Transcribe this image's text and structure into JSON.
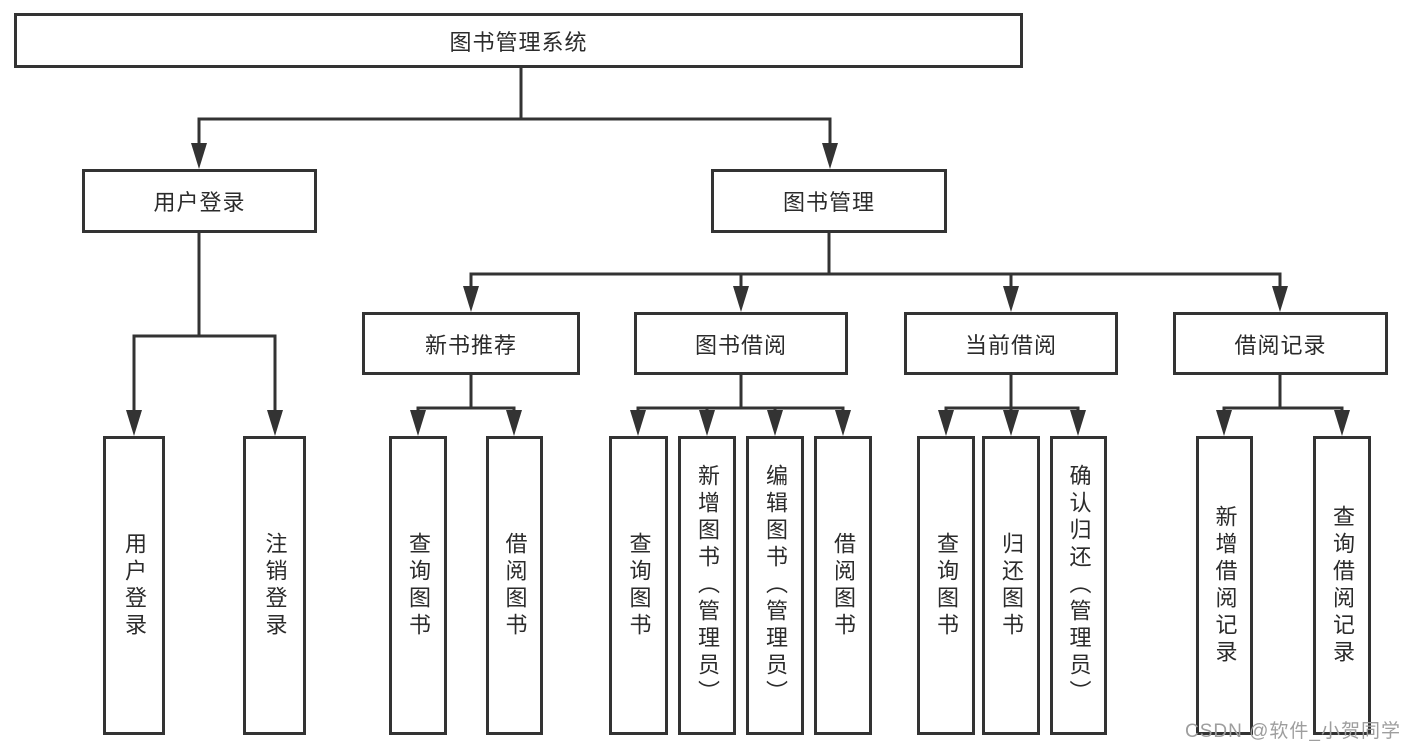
{
  "diagram": {
    "root": {
      "label": "图书管理系统"
    },
    "branches": [
      {
        "label": "用户登录",
        "children": [
          {
            "label": "用户登录"
          },
          {
            "label": "注销登录"
          }
        ]
      },
      {
        "label": "图书管理",
        "children": [
          {
            "label": "新书推荐",
            "children": [
              {
                "label": "查询图书"
              },
              {
                "label": "借阅图书"
              }
            ]
          },
          {
            "label": "图书借阅",
            "children": [
              {
                "label": "查询图书"
              },
              {
                "label": "新增图书（管理员）"
              },
              {
                "label": "编辑图书（管理员）"
              },
              {
                "label": "借阅图书"
              }
            ]
          },
          {
            "label": "当前借阅",
            "children": [
              {
                "label": "查询图书"
              },
              {
                "label": "归还图书"
              },
              {
                "label": "确认归还（管理员）"
              }
            ]
          },
          {
            "label": "借阅记录",
            "children": [
              {
                "label": "新增借阅记录"
              },
              {
                "label": "查询借阅记录"
              }
            ]
          }
        ]
      }
    ],
    "line_color": "#333333",
    "text_color": "#2b2b2b",
    "background_color": "#ffffff"
  },
  "watermark": {
    "text": "CSDN @软件_小贺同学",
    "color": "#9e9e9e"
  }
}
